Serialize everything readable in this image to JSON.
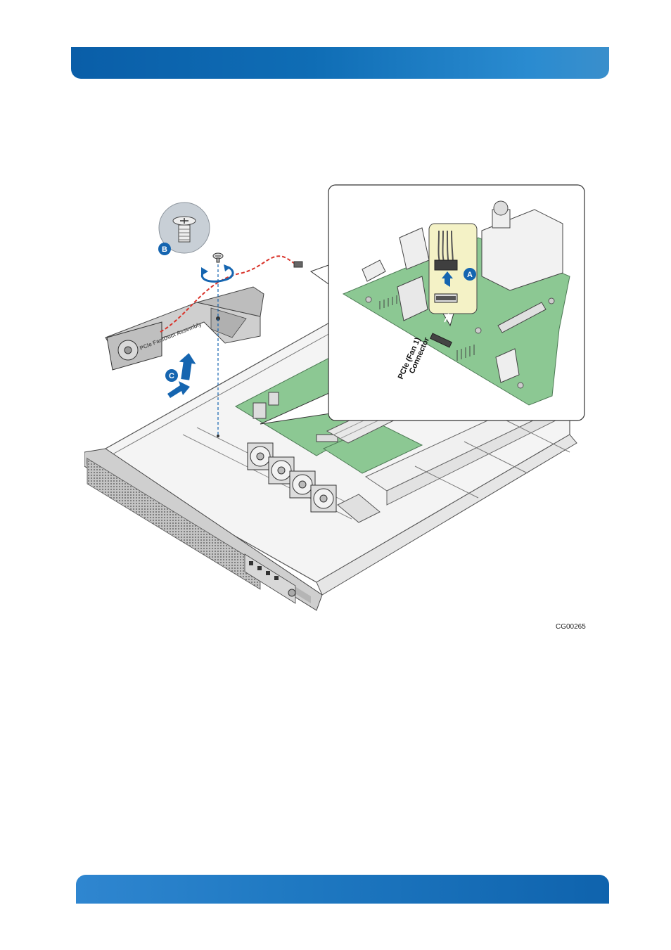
{
  "figure": {
    "id": "CG00265",
    "callouts": {
      "a": "A",
      "b": "B",
      "c": "C"
    },
    "labels": {
      "fan_duct_assembly": "PCIe Fan/Duct Assembly",
      "connector_line1": "PCIe (Fan 1)",
      "connector_line2": "Connector"
    }
  },
  "colors": {
    "banner": "#0f6db5",
    "accent_blue": "#1565b0",
    "board_green": "#8cc893",
    "cable_red": "#d9332a"
  }
}
